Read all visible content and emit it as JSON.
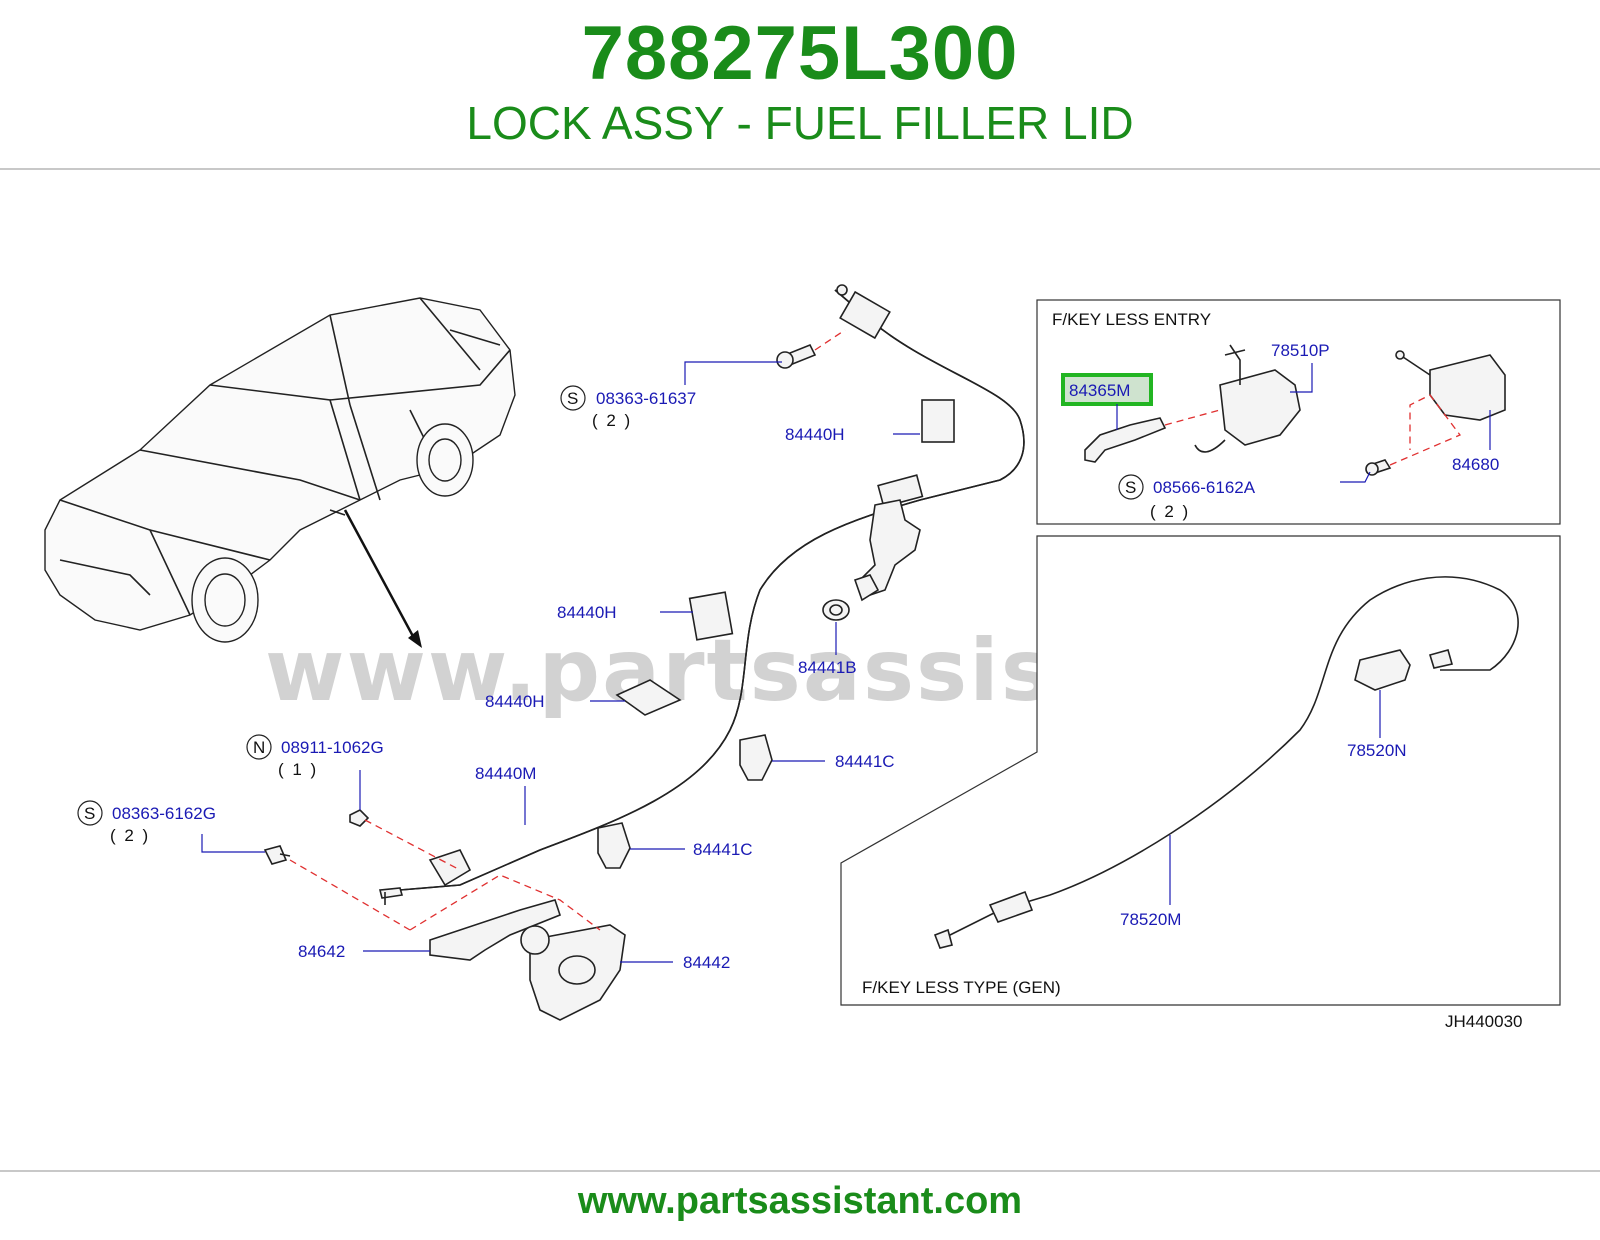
{
  "header": {
    "part_number": "788275L300",
    "description": "LOCK ASSY - FUEL FILLER LID"
  },
  "diagram": {
    "watermark": "www.partsassistant.com",
    "diagram_code": "JH440030",
    "inset_keyless_entry": {
      "title": "F/KEY  LESS  ENTRY",
      "labels": {
        "highlighted": "84365M",
        "actuator": "78510P",
        "motor": "84680",
        "screw_code": "08566-6162A",
        "screw_prefix": "S",
        "screw_qty": "( 2 )"
      }
    },
    "inset_keyless_type": {
      "title": "F/KEY  LESS  TYPE  (GEN)",
      "labels": {
        "clip": "78520N",
        "cable": "78520M"
      }
    },
    "main_labels": {
      "screw_top_code": "08363-61637",
      "screw_top_prefix": "S",
      "screw_top_qty": "( 2 )",
      "pad_1": "84440H",
      "pad_2": "84440H",
      "pad_3": "84440H",
      "grommet": "84441B",
      "clip_1": "84441C",
      "clip_2": "84441C",
      "cable": "84440M",
      "nut_code": "08911-1062G",
      "nut_prefix": "N",
      "nut_qty": "( 1 )",
      "bolt_code": "08363-6162G",
      "bolt_prefix": "S",
      "bolt_qty": "( 2 )",
      "lever": "84642",
      "base": "84442"
    }
  },
  "footer": {
    "url": "www.partsassistant.com"
  },
  "colors": {
    "brand_green": "#1a8c1a",
    "label_blue": "#1a1ab4",
    "highlight_green": "#22b522",
    "dash_red": "#e03030"
  }
}
